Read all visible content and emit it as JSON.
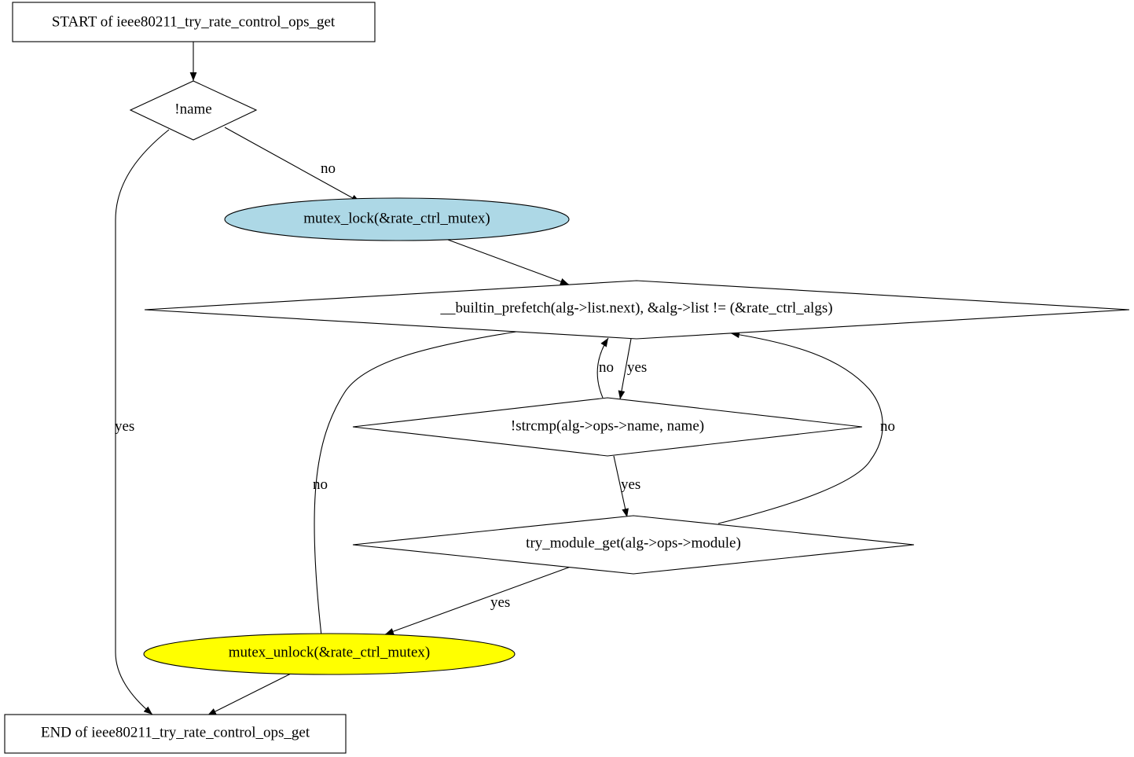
{
  "colors": {
    "lock_fill": "#add8e6",
    "unlock_fill": "#ffff00",
    "default_fill": "#ffffff",
    "stroke": "#000000"
  },
  "nodes": {
    "start": "START of ieee80211_try_rate_control_ops_get",
    "cond_name": "!name",
    "mutex_lock": "mutex_lock(&rate_ctrl_mutex)",
    "loop_cond": "__builtin_prefetch(alg->list.next), &alg->list != (&rate_ctrl_algs)",
    "strcmp_cond": "!strcmp(alg->ops->name, name)",
    "module_get": "try_module_get(alg->ops->module)",
    "mutex_unlock": "mutex_unlock(&rate_ctrl_mutex)",
    "end": "END of ieee80211_try_rate_control_ops_get"
  },
  "edges": {
    "name_yes": "yes",
    "name_no": "no",
    "loop_yes": "yes",
    "loop_no": "no",
    "strcmp_yes": "yes",
    "strcmp_no": "no",
    "module_yes": "yes",
    "module_no": "no"
  }
}
